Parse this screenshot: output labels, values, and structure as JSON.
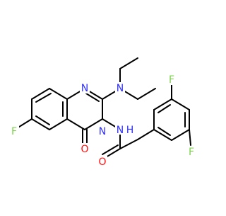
{
  "molecule": {
    "atoms": {
      "n1": {
        "label": "N",
        "color": "#2f2fff"
      },
      "n3": {
        "label": "N",
        "color": "#2f2fff"
      },
      "n_amine": {
        "label": "N",
        "color": "#2f2fff"
      },
      "n_amide": {
        "label": "N",
        "color": "#2f2fff"
      },
      "h_amide": {
        "label": "H",
        "color": "#2f2fff"
      },
      "o_ring": {
        "label": "O",
        "color": "#ff0d0d"
      },
      "o_amide": {
        "label": "O",
        "color": "#ff0d0d"
      },
      "f_quin": {
        "label": "F",
        "color": "#7ed14d"
      },
      "f_top": {
        "label": "F",
        "color": "#7ed14d"
      },
      "f_bottom": {
        "label": "F",
        "color": "#7ed14d"
      }
    },
    "bond_color": "#000000"
  }
}
